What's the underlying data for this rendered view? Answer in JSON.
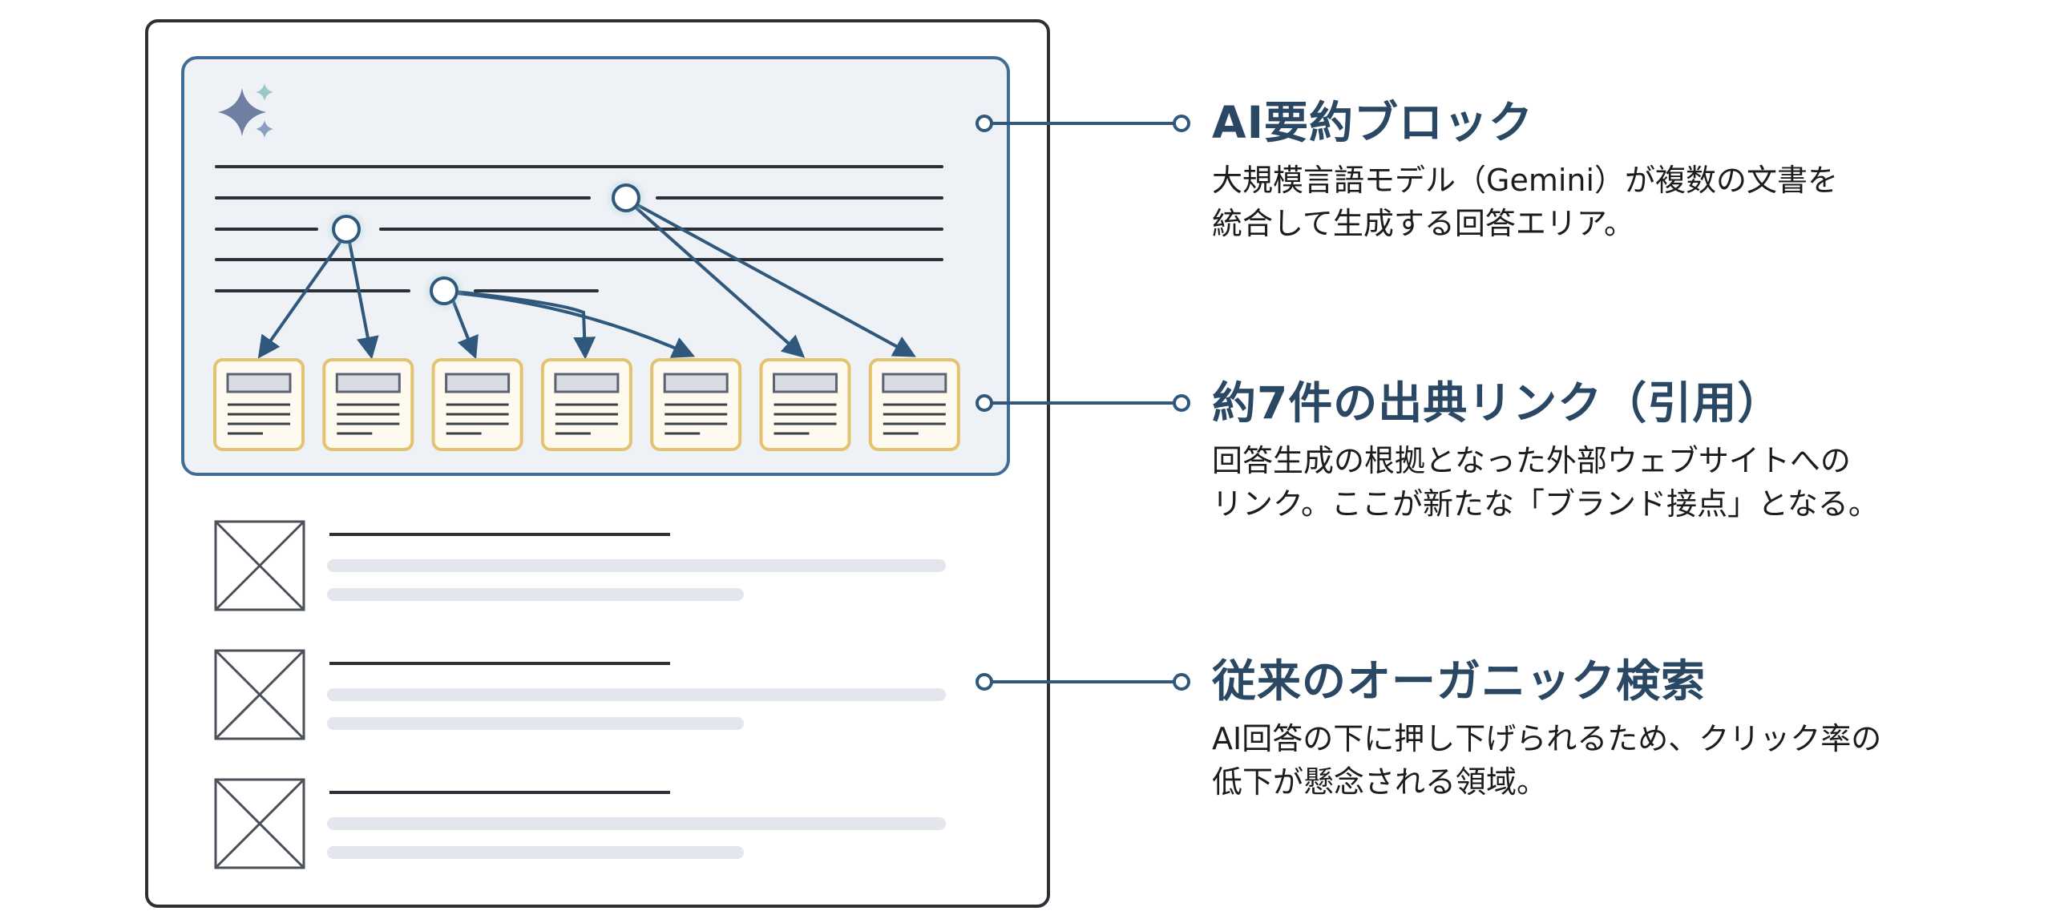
{
  "callouts": [
    {
      "id": "ai-summary",
      "title": "AI要約ブロック",
      "desc1": "大規模言語モデル（Gemini）が複数の文書を",
      "desc2": "統合して生成する回答エリア。"
    },
    {
      "id": "source-links",
      "title": "約7件の出典リンク（引用）",
      "desc1": "回答生成の根拠となった外部ウェブサイトへの",
      "desc2": "リンク。ここが新たな「ブランド接点」となる。"
    },
    {
      "id": "organic-search",
      "title": "従来のオーガニック検索",
      "desc1": "AI回答の下に押し下げられるため、クリック率の",
      "desc2": "低下が懸念される領域。"
    }
  ],
  "source_card_count": 7,
  "organic_result_count": 3,
  "icons": {
    "ai": "sparkle-icon",
    "thumbnail": "image-placeholder-icon"
  },
  "colors": {
    "frame": "#2b2f36",
    "ai_block_border": "#3f6d96",
    "ai_block_fill": "#eef1f6",
    "accent": "#2f587c",
    "card_border": "#e3c36f",
    "card_fill": "#fffaf0",
    "sparkle": "#6f7fa2",
    "skeleton": "#e3e6ec"
  }
}
